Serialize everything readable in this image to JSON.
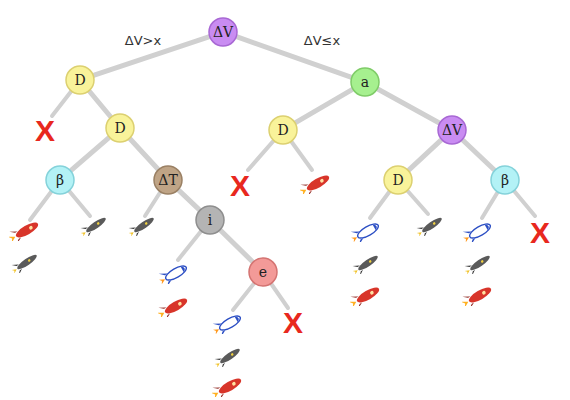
{
  "diagram": {
    "nodes": [
      {
        "text": [
          "ΔV"
        ]
      },
      {
        "text": [
          "D"
        ]
      },
      {
        "text": [
          "a"
        ]
      },
      {
        "text": [
          "D"
        ]
      },
      {
        "text": [
          "D"
        ]
      },
      {
        "text": [
          "ΔV"
        ]
      },
      {
        "text": [
          "β"
        ]
      },
      {
        "text": [
          "ΔT"
        ]
      },
      {
        "text": [
          "D"
        ]
      },
      {
        "text": [
          "β"
        ]
      },
      {
        "text": [
          "i"
        ]
      },
      {
        "text": [
          "e"
        ]
      }
    ],
    "edges": [
      {
        "from": 0,
        "to": 1,
        "label": "ΔV>x",
        "arrow": "none"
      },
      {
        "from": 0,
        "to": 2,
        "label": "ΔV≤x",
        "arrow": "none"
      },
      {
        "from": 1,
        "to": 3,
        "arrow": "none"
      },
      {
        "from": 2,
        "to": 4,
        "arrow": "none"
      },
      {
        "from": 2,
        "to": 5,
        "arrow": "none"
      },
      {
        "from": 3,
        "to": 6,
        "arrow": "none"
      },
      {
        "from": 3,
        "to": 7,
        "arrow": "none"
      },
      {
        "from": 5,
        "to": 8,
        "arrow": "none"
      },
      {
        "from": 5,
        "to": 9,
        "arrow": "none"
      },
      {
        "from": 7,
        "to": 10,
        "arrow": "none"
      },
      {
        "from": 10,
        "to": 11,
        "arrow": "none"
      }
    ],
    "labels": [
      "X",
      "X",
      "X",
      "X"
    ]
  }
}
